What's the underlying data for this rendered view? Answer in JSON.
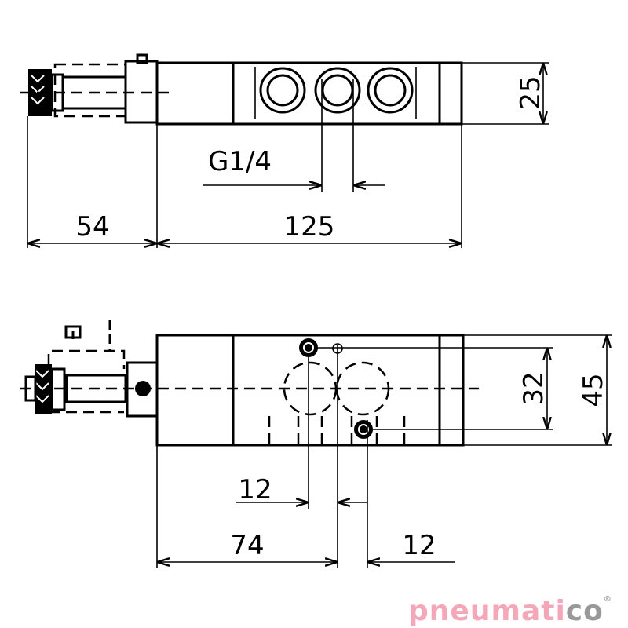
{
  "top_view": {
    "dim_height": "25",
    "port_label": "G1/4",
    "dim_actuator": "54",
    "dim_body": "125"
  },
  "bottom_view": {
    "dim_port_spacing_vertical": "32",
    "dim_width": "45",
    "dim_port_offset": "12",
    "dim_center": "74",
    "dim_port_offset_right": "12"
  },
  "logo": {
    "main": "pneumati",
    "accent": "co",
    "mark": "®",
    "colors": {
      "pink": "#f4a7b9",
      "gray": "#999999"
    }
  }
}
